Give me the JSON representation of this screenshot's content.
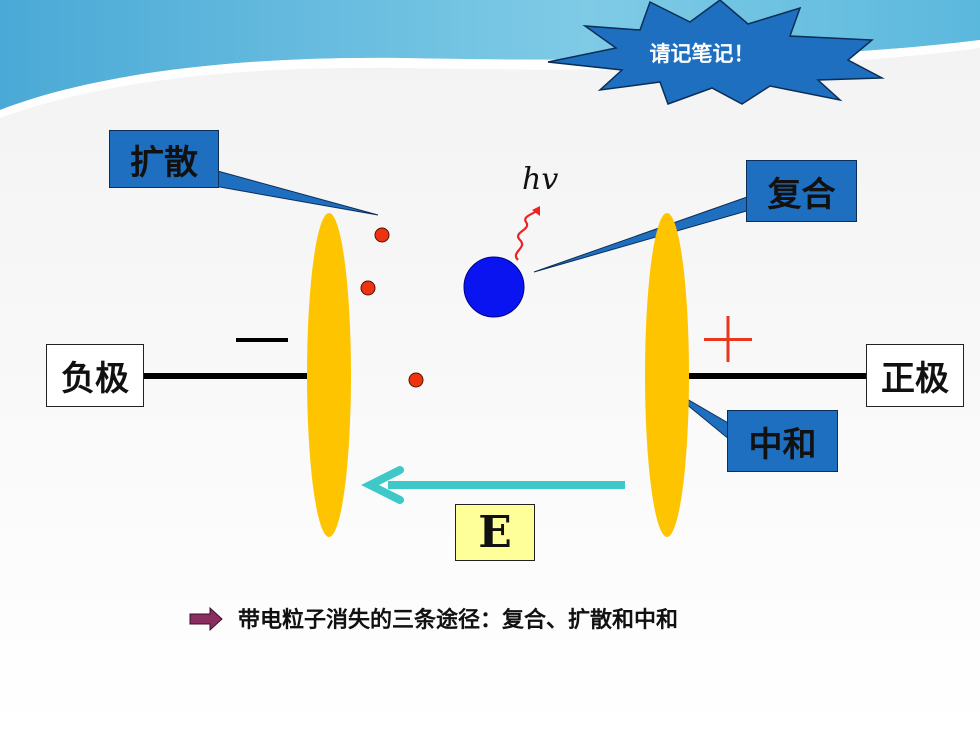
{
  "note": "请记笔记！",
  "labels": {
    "diffusion": "扩散",
    "recombination": "复合",
    "neutralization": "中和",
    "cathode": "负极",
    "anode": "正极",
    "field": "E",
    "photon": "hv"
  },
  "signs": {
    "negative": "—",
    "positive": "+"
  },
  "caption": "带电粒子消失的三条途径：复合、扩散和中和",
  "colors": {
    "electrode": "#ffc400",
    "ion": "#ee3311",
    "recombined": "#0a14f0",
    "arrow": "#3ec8c8",
    "label_box": "#1f6fc1",
    "field_box": "#ffff99",
    "photon_wave": "#ee2222",
    "bullet": "#8a2e62"
  }
}
